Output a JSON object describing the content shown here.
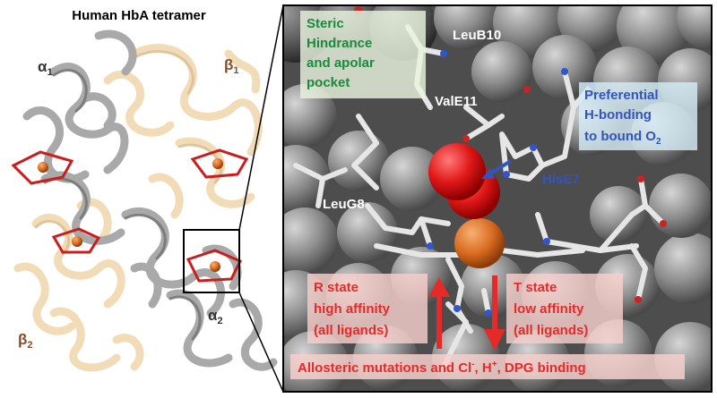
{
  "title": "Human HbA tetramer",
  "subunits": {
    "alpha1": {
      "base": "α",
      "sub": "1"
    },
    "beta1": {
      "base": "β",
      "sub": "1"
    },
    "beta2": {
      "base": "β",
      "sub": "2"
    },
    "alpha2": {
      "base": "α",
      "sub": "2"
    }
  },
  "residues": {
    "leub10": "LeuB10",
    "vale11": "ValE11",
    "leug8": "LeuG8",
    "hise7": "HisE7"
  },
  "boxes": {
    "steric": [
      "Steric",
      "Hindrance",
      "and apolar",
      "pocket"
    ],
    "hbond": {
      "line1": "Preferential",
      "line2": "H-bonding",
      "line3_text": "to bound O",
      "line3_sub": "2"
    },
    "rstate": [
      "R state",
      "high affinity",
      "(all ligands)"
    ],
    "tstate": [
      "T state",
      "low affinity",
      "(all ligands)"
    ],
    "allosteric": {
      "pre": "Allosteric mutations and Cl",
      "sup1": "-",
      "mid": ", H",
      "sup2": "+",
      "post": ", DPG  binding"
    }
  },
  "colors": {
    "green": "#1c8a3c",
    "blue": "#3355bb",
    "red": "#e52a2a",
    "brown": "#8a4a22",
    "heme": "#c81e1e",
    "iron": "#e07a28",
    "grayRibbon": "#a9a9a9",
    "tanRibbon": "#f2dcb8"
  }
}
